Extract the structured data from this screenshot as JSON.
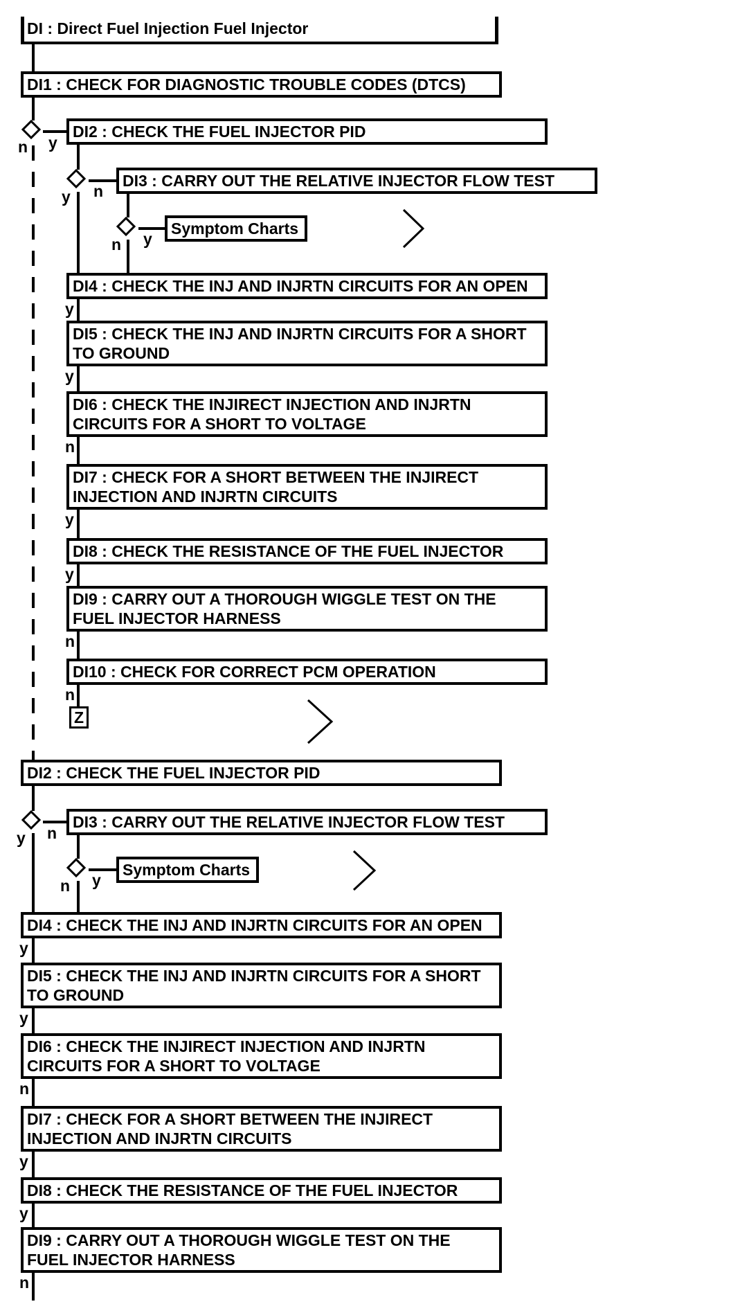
{
  "flowchart": {
    "title": "DI : Direct Fuel Injection Fuel Injector",
    "symptom_charts_label": "Symptom Charts",
    "z_connector_label": "Z",
    "branch_labels": {
      "yes": "y",
      "no": "n"
    },
    "ink_color": "#000000",
    "background_color": "#ffffff",
    "steps": {
      "di1": "DI1 : CHECK FOR DIAGNOSTIC TROUBLE CODES (DTCS)",
      "di2": "DI2 : CHECK THE FUEL INJECTOR PID",
      "di3": "DI3 : CARRY OUT THE RELATIVE INJECTOR FLOW TEST",
      "di4": "DI4 : CHECK THE INJ AND INJRTN CIRCUITS FOR AN OPEN",
      "di5": "DI5 : CHECK THE INJ AND INJRTN CIRCUITS FOR A SHORT\nTO GROUND",
      "di6": "DI6 : CHECK THE INJIRECT INJECTION AND INJRTN\nCIRCUITS FOR A SHORT TO VOLTAGE",
      "di7": "DI7 : CHECK FOR A SHORT BETWEEN THE INJIRECT\nINJECTION AND INJRTN CIRCUITS",
      "di8": "DI8 : CHECK THE RESISTANCE OF THE FUEL INJECTOR",
      "di9": "DI9 : CARRY OUT A THOROUGH WIGGLE TEST ON THE\nFUEL INJECTOR HARNESS",
      "di10": "DI10 : CHECK FOR CORRECT PCM OPERATION"
    }
  }
}
